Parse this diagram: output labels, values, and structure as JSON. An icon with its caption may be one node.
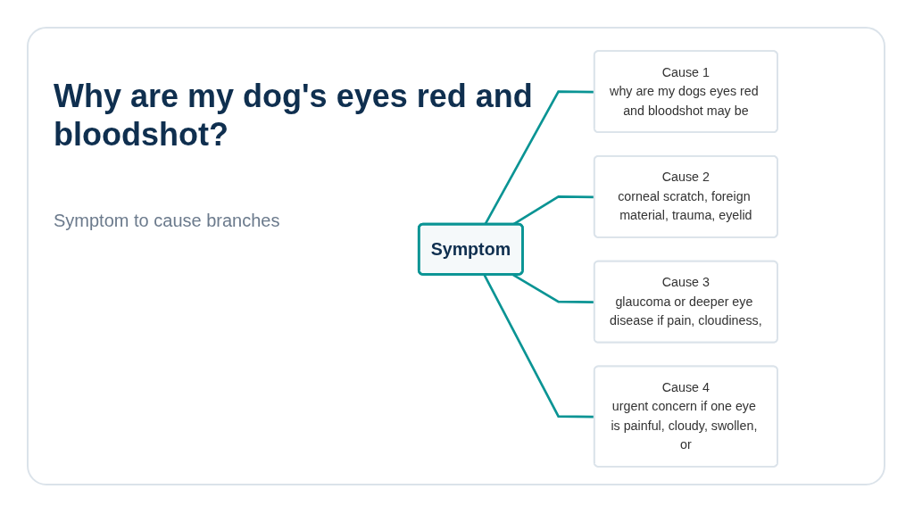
{
  "diagram": {
    "title": "Why are my dog's eyes red and bloodshot?",
    "nodes": [
      {
        "text": [
          "Symptom"
        ]
      },
      {
        "text": [
          "Cause 1",
          "why are my dogs eyes red and bloodshot may be"
        ]
      },
      {
        "text": [
          "Cause 2",
          "corneal scratch, foreign material, trauma, eyelid"
        ]
      },
      {
        "text": [
          "Cause 3",
          "glaucoma or deeper eye disease if pain, cloudiness,"
        ]
      },
      {
        "text": [
          "Cause 4",
          "urgent concern if one eye is painful, cloudy, swollen, or"
        ]
      }
    ],
    "edges": [
      {
        "from": 0,
        "to": 1,
        "arrow": "none"
      },
      {
        "from": 0,
        "to": 2,
        "arrow": "none"
      },
      {
        "from": 0,
        "to": 3,
        "arrow": "none"
      },
      {
        "from": 0,
        "to": 4,
        "arrow": "none"
      }
    ],
    "labels": [
      "Symptom to cause branches"
    ]
  }
}
